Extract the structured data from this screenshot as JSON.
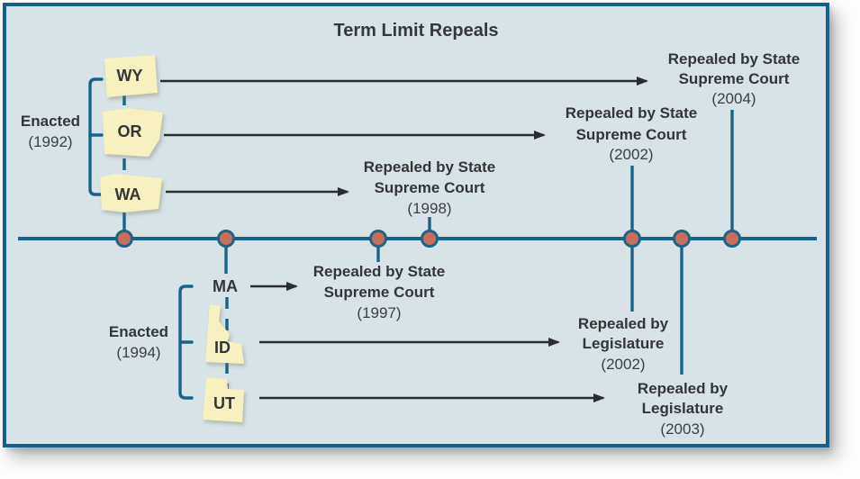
{
  "title": "Term Limit Repeals",
  "groups": {
    "g1992": {
      "label": "Enacted",
      "year": "(1992)"
    },
    "g1994": {
      "label": "Enacted",
      "year": "(1994)"
    }
  },
  "states": {
    "wy": "WY",
    "or": "OR",
    "wa": "WA",
    "ma": "MA",
    "id": "ID",
    "ut": "UT"
  },
  "events": {
    "wy": {
      "l1": "Repealed by State",
      "l2": "Supreme Court",
      "year": "(2004)"
    },
    "or": {
      "l1": "Repealed by State",
      "l2": "Supreme Court",
      "year": "(2002)"
    },
    "wa": {
      "l1": "Repealed by State",
      "l2": "Supreme Court",
      "year": "(1998)"
    },
    "ma": {
      "l1": "Repealed by State",
      "l2": "Supreme Court",
      "year": "(1997)"
    },
    "id": {
      "l1": "Repealed by",
      "l2": "Legislature",
      "year": "(2002)"
    },
    "ut": {
      "l1": "Repealed by",
      "l2": "Legislature",
      "year": "(2003)"
    }
  },
  "colors": {
    "background": "#d8e3e7",
    "border_teal": "#136187",
    "line_teal": "#186389",
    "dot_fill": "#c96e5b",
    "state_fill": "#f7f0bf",
    "text": "#333537",
    "arrow": "#2a2c2d"
  }
}
